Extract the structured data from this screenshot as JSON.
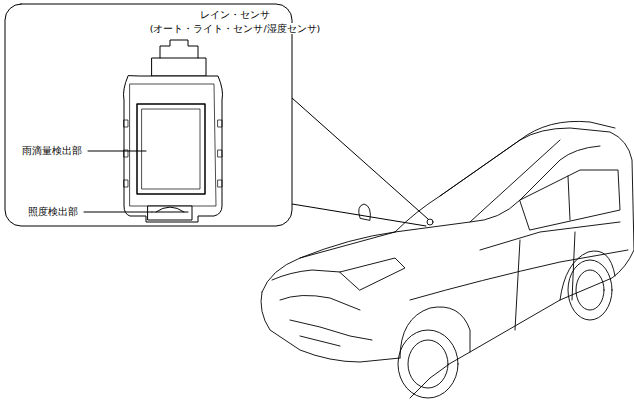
{
  "diagram": {
    "labels": [
      "レイン・センサ",
      "(オート・ライト・センサ/湿度センサ)",
      "雨滴量検出部",
      "照度検出部"
    ]
  }
}
